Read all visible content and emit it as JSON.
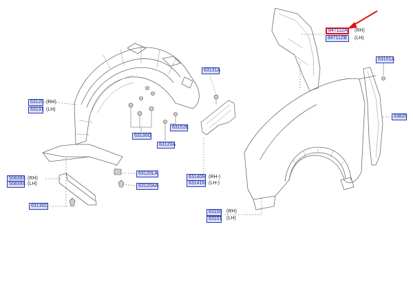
{
  "callouts": [
    {
      "id": "c-84711za",
      "text": "84711ZA"
    },
    {
      "id": "c-84711zb",
      "text": "84711ZB"
    },
    {
      "id": "c-63101a",
      "text": "63101A"
    },
    {
      "id": "c-63131a",
      "text": "63131A"
    },
    {
      "id": "c-63120",
      "text": "63120"
    },
    {
      "id": "c-63131",
      "text": "63131"
    },
    {
      "id": "c-63130g",
      "text": "63130G"
    },
    {
      "id": "c-63152e",
      "text": "63152E"
    },
    {
      "id": "c-63120a",
      "text": "63120A"
    },
    {
      "id": "c-63820",
      "text": "63820"
    },
    {
      "id": "c-50838x",
      "text": "50838X"
    },
    {
      "id": "c-50839x",
      "text": "50839X"
    },
    {
      "id": "c-63120la",
      "text": "63120LA"
    },
    {
      "id": "c-63120aa",
      "text": "63120AA"
    },
    {
      "id": "c-63140m",
      "text": "63140M"
    },
    {
      "id": "c-63141m",
      "text": "63141M"
    },
    {
      "id": "c-63130c",
      "text": "63130C"
    },
    {
      "id": "c-63100",
      "text": "63100"
    },
    {
      "id": "c-63101",
      "text": "63101"
    }
  ],
  "side_labels": {
    "rh": "(RH)",
    "lh": "(LH)",
    "rh_dash": "(RH-)",
    "lh_dash": "(LH-)"
  },
  "highlight_arrow_color": "#e0101a"
}
